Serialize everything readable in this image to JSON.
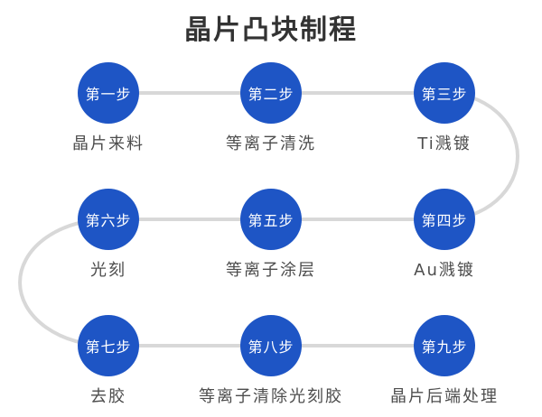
{
  "title": "晶片凸块制程",
  "colors": {
    "circle": "#1E55C5",
    "circle_text": "#FFFFFF",
    "connector": "#D8D8D8",
    "title_text": "#333333",
    "label_text": "#4D4D4D"
  },
  "flow_direction": "serpentine: row1 left-to-right, row2 right-to-left, row3 left-to-right",
  "steps": [
    {
      "step": "第一步",
      "label": "晶片来料",
      "row": 1,
      "col": 1
    },
    {
      "step": "第二步",
      "label": "等离子清洗",
      "row": 1,
      "col": 2
    },
    {
      "step": "第三步",
      "label": "Ti溅镀",
      "row": 1,
      "col": 3
    },
    {
      "step": "第四步",
      "label": "Au溅镀",
      "row": 2,
      "col": 3
    },
    {
      "step": "第五步",
      "label": "等离子涂层",
      "row": 2,
      "col": 2
    },
    {
      "step": "第六步",
      "label": "光刻",
      "row": 2,
      "col": 1
    },
    {
      "step": "第七步",
      "label": "去胶",
      "row": 3,
      "col": 1
    },
    {
      "step": "第八步",
      "label": "等离子清除光刻胶",
      "row": 3,
      "col": 2
    },
    {
      "step": "第九步",
      "label": "晶片后端处理",
      "row": 3,
      "col": 3
    }
  ]
}
